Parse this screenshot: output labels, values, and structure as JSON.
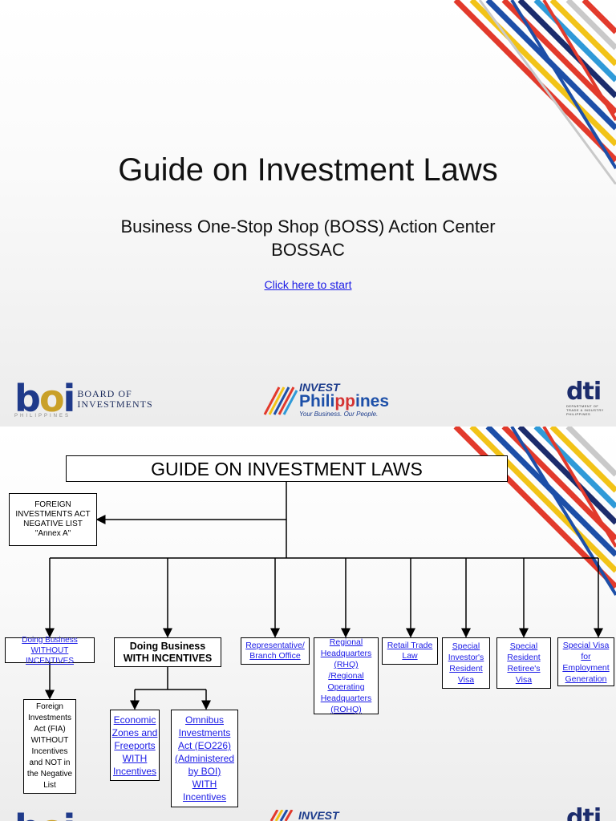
{
  "slide1": {
    "title": "Guide on Investment Laws",
    "subtitle_line1": "Business One-Stop Shop (BOSS) Action Center",
    "subtitle_line2": "BOSSAC",
    "start_link": "Click here to start"
  },
  "logos": {
    "boi_mark_b": "b",
    "boi_mark_o": "o",
    "boi_mark_i": "i",
    "boi_small": "PHILIPPINES",
    "boi_line1": "BOARD OF",
    "boi_line2": "INVESTMENTS",
    "ip_invest": "INVEST",
    "ip_phil_a": "Phili",
    "ip_phil_b": "pp",
    "ip_phil_c": "ines",
    "ip_tagline": "Your Business. Our People.",
    "dti_mark": "dti",
    "dti_sub": "DEPARTMENT OF TRADE & INDUSTRY PHILIPPINES"
  },
  "colors": {
    "link": "#1a1ae6",
    "boi_blue": "#1f3a8a",
    "boi_gold": "#c9a028",
    "stripes": [
      "#e23a2c",
      "#f2c318",
      "#1d4fa8",
      "#1c2c6c",
      "#2f9ad8",
      "#c9c9c9"
    ]
  },
  "chart": {
    "title": "GUIDE ON INVESTMENT LAWS",
    "negative_list": [
      "FOREIGN",
      "INVESTMENTS ACT",
      "NEGATIVE LIST",
      "\"Annex A\""
    ],
    "without_incentives": [
      "Doing Business",
      "WITHOUT INCENTIVES"
    ],
    "with_incentives": [
      "Doing Business",
      "WITH INCENTIVES"
    ],
    "rep_office": [
      "Representative/",
      "Branch Office"
    ],
    "rhq": [
      "Regional",
      "Headquarters",
      "(RHQ)",
      "/Regional",
      "Operating",
      "Headquarters",
      "(ROHQ)"
    ],
    "retail": [
      "Retail Trade",
      "Law"
    ],
    "srv_investor": [
      "Special",
      "Investor's",
      "Resident",
      "Visa"
    ],
    "srv_retiree": [
      "Special",
      "Resident",
      "Retiree's",
      "Visa"
    ],
    "sv_employment": [
      "Special Visa",
      "for",
      "Employment",
      "Generation"
    ],
    "fia": [
      "Foreign",
      "Investments",
      "Act (FIA)",
      "WITHOUT",
      "Incentives",
      "and  NOT in",
      "the Negative",
      "List"
    ],
    "ecozones": [
      "Economic",
      "Zones and",
      "Freeports",
      "WITH",
      "Incentives"
    ],
    "omnibus": [
      "Omnibus",
      "Investments",
      "Act (EO226)",
      "(Administered",
      "by BOI)",
      "WITH",
      "Incentives"
    ]
  }
}
